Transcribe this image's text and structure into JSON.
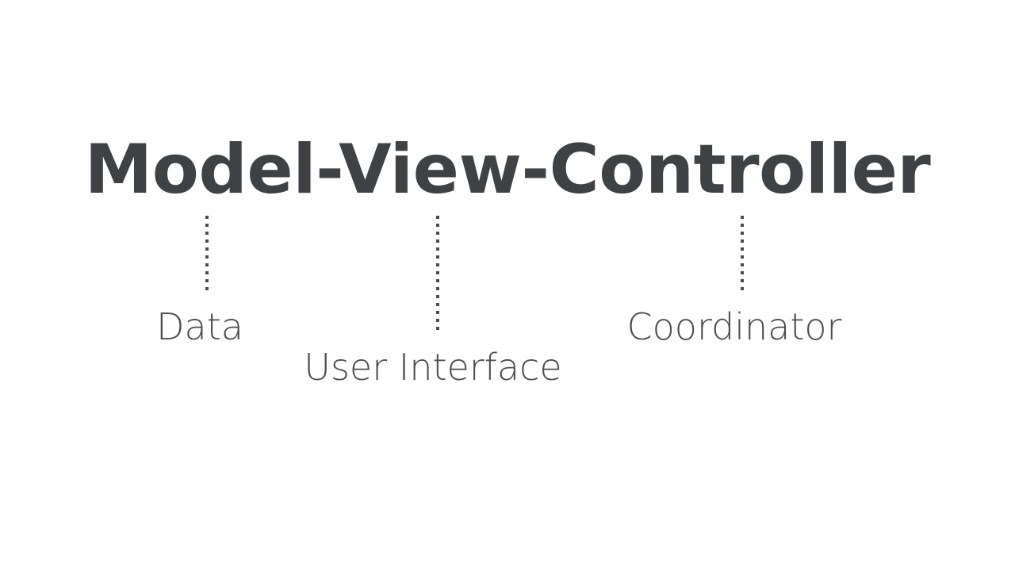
{
  "slide": {
    "background_color": "#ffffff",
    "title": {
      "text": "Model-View-Controller",
      "color": "#3f4245"
    },
    "text_color": "#4a4d50",
    "connector_color": "#4a4d50",
    "components": [
      {
        "term": "Model",
        "label": "Data",
        "connector": "dotted-vertical-line"
      },
      {
        "term": "View",
        "label": "User Interface",
        "connector": "dotted-vertical-line"
      },
      {
        "term": "Controller",
        "label": "Coordinator",
        "connector": "dotted-vertical-line"
      }
    ]
  }
}
